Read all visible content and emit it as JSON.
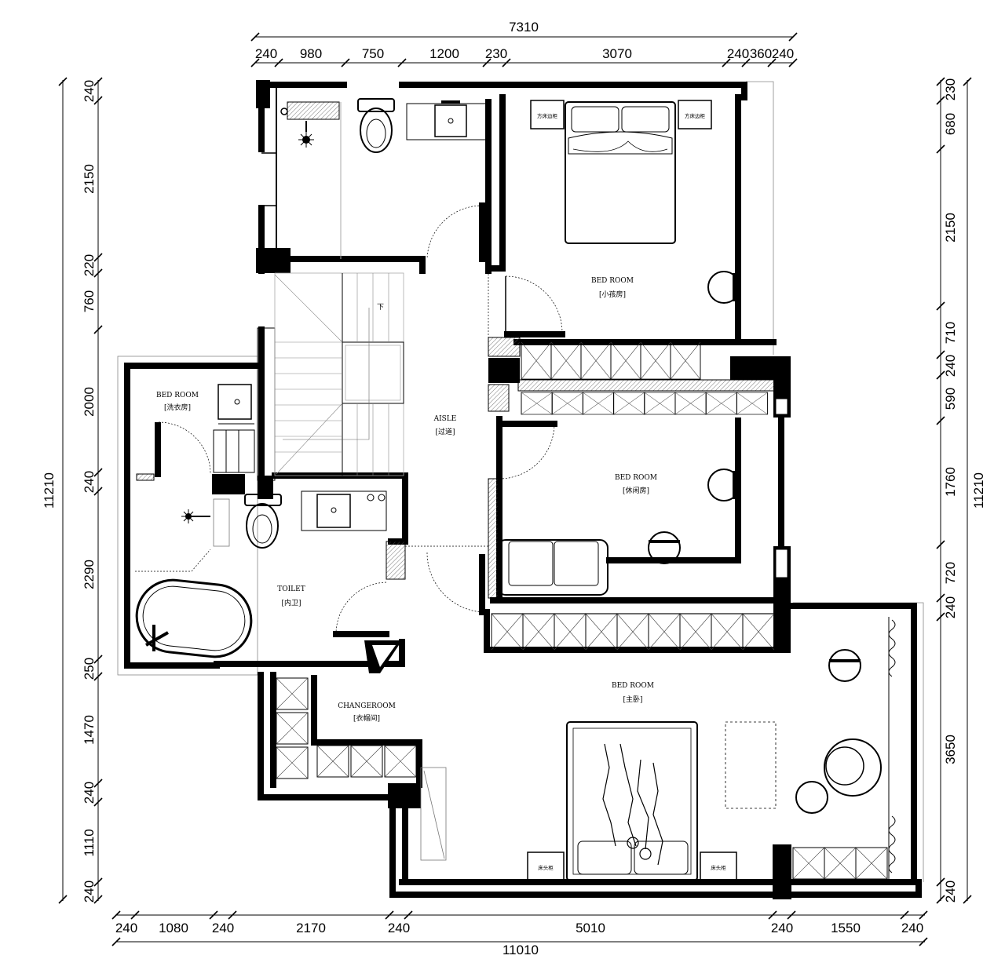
{
  "dimensions": {
    "top_total": "7310",
    "top": [
      "240",
      "980",
      "750",
      "1200",
      "230",
      "3070",
      "240",
      "360",
      "240"
    ],
    "bottom_total": "11010",
    "bottom": [
      "240",
      "1080",
      "240",
      "2170",
      "240",
      "5010",
      "240",
      "1550",
      "240"
    ],
    "left_total": "11210",
    "left": [
      "240",
      "2150",
      "220",
      "760",
      "2000",
      "240",
      "2290",
      "250",
      "1470",
      "240",
      "1110",
      "240"
    ],
    "right_total": "11210",
    "right": [
      "230",
      "680",
      "2150",
      "710",
      "240",
      "590",
      "1760",
      "720",
      "240",
      "3650",
      "240"
    ]
  },
  "rooms": {
    "child_bedroom": {
      "en": "BED ROOM",
      "cn": "[小孩房]"
    },
    "laundry": {
      "en": "BED ROOM",
      "cn": "[洗衣房]"
    },
    "aisle": {
      "en": "AISLE",
      "cn": "[过道]"
    },
    "lounge": {
      "en": "BED ROOM",
      "cn": "[休闲房]"
    },
    "toilet": {
      "en": "TOILET",
      "cn": "[内卫]"
    },
    "master_bedroom": {
      "en": "BED ROOM",
      "cn": "[主卧]"
    },
    "changeroom": {
      "en": "CHANGEROOM",
      "cn": "[衣帽间]"
    }
  },
  "labels": {
    "stair_down": "下",
    "nightstand_a": "方床边柜",
    "nightstand_b": "方床边柜",
    "nightstand_c": "床头柜",
    "nightstand_d": "床头柜"
  }
}
